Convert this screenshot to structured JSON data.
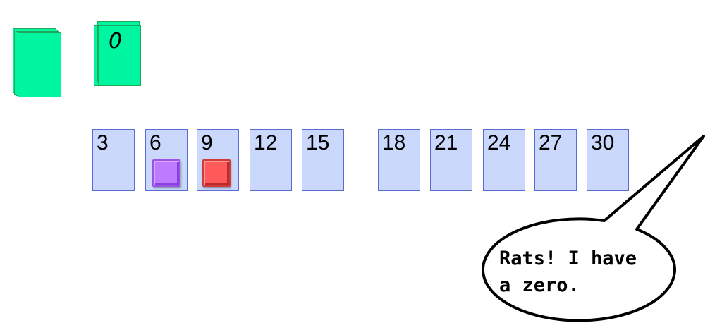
{
  "draw_pile": {
    "label": "",
    "card_color": "#00f5a0",
    "border_color": "#1fa85a"
  },
  "discard_pile": {
    "top_card_value": "0",
    "card_color": "#00f5a0"
  },
  "number_cards": [
    {
      "value": "3",
      "token": null
    },
    {
      "value": "6",
      "token": "purple"
    },
    {
      "value": "9",
      "token": "red"
    },
    {
      "value": "12",
      "token": null
    },
    {
      "value": "15",
      "token": null
    },
    {
      "value": "18",
      "token": null
    },
    {
      "value": "21",
      "token": null
    },
    {
      "value": "24",
      "token": null
    },
    {
      "value": "27",
      "token": null
    },
    {
      "value": "30",
      "token": null
    }
  ],
  "number_card_color": "#c9d8fb",
  "tokens": {
    "purple": "#bf7bff",
    "red": "#ff5a5a"
  },
  "speech_bubble": {
    "line1": "Rats! I have",
    "line2": "a zero."
  }
}
